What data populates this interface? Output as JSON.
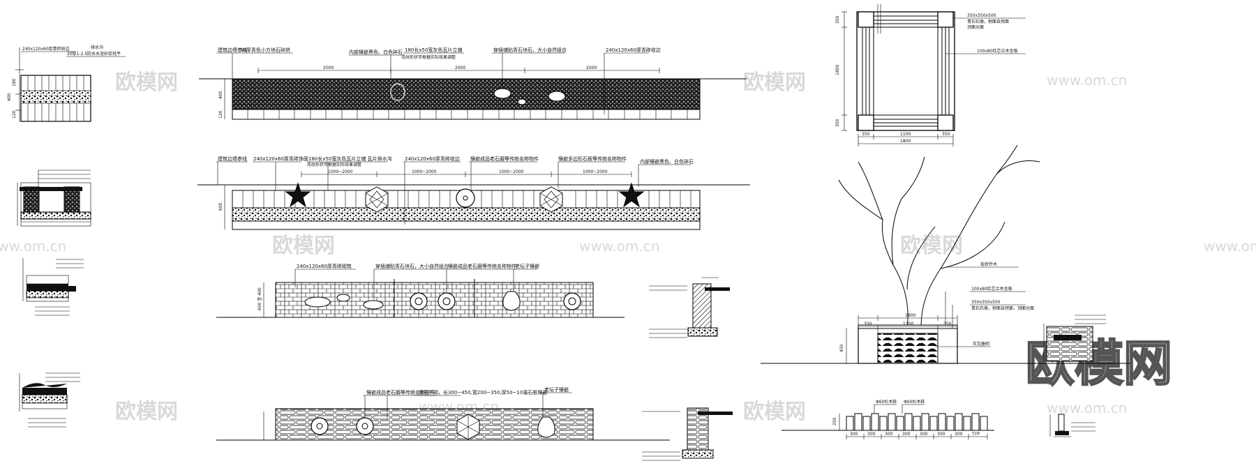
{
  "watermarks": {
    "text_cn": "欧模网",
    "text_url": "www.om.cn",
    "brand_logo": "欧模网"
  },
  "detail_a": {
    "label_top": "240x120x60厚青砖收边",
    "label_drain": "排水沟",
    "label_mortar": "20厚1:2.5防水水泥砂浆找平",
    "dim_total": "400",
    "dim_1": "180",
    "dim_2": "120"
  },
  "elevation_1": {
    "label_1": "建筑边墙参线",
    "label_2": "50厚青色小方块石碎拼",
    "label_3": "内部镶嵌黑色、白色碎石",
    "label_4": "180长x50宽灰色瓦片立铺",
    "label_4b": "花纹形状可根据实际效果调整",
    "label_5": "穿插铺贴青石块石，大小自然组合",
    "label_6": "240x120x60厚青砖收边",
    "dim": "2000",
    "dim_h1": "400",
    "dim_h2": "120"
  },
  "elevation_2": {
    "label_1": "建筑边墙参线",
    "label_2": "240x120x60厚青砖饰面",
    "label_3": "180长x50宽灰色瓦片立铺 瓦片排水沟",
    "label_3b": "花纹形状可根据实际效果调整",
    "label_4": "240x120x60厚青砖收边",
    "label_5": "镶嵌成品老石磨等传统名称物件",
    "label_6": "镶嵌多边形石板等传统名称物件",
    "label_7": "内部镶嵌黑色、白色碎石",
    "dim": "1000~2000",
    "dim_h": "600"
  },
  "elevation_3": {
    "label_1": "240x120x60厚青砖砌筑",
    "label_2": "穿插铺贴青石块石，大小自然组合",
    "label_3": "镶嵌成品老石磨等传统名称物件",
    "label_4": "老坛子镶嵌",
    "dim_h": "600 至 400"
  },
  "elevation_4": {
    "label_1": "镶嵌成品老石磨等传统名称物件",
    "label_2": "青石干砌，长300~450,宽200~350,厚50~1",
    "label_3": "0毫石板镶嵌",
    "label_4": "老坛子镶嵌"
  },
  "plan_square": {
    "label_1": "350x350x500",
    "label_2": "青石石墩，侧面自然面",
    "label_3": "顶面光面",
    "label_4": "100x80红芯兰木坐板",
    "dim_1": "350",
    "dim_2": "1100",
    "dim_3": "350",
    "dim_total": "1800"
  },
  "tree_section": {
    "label_1": "现状乔木",
    "label_2": "100x80红芯兰木坐板",
    "label_3": "350x350x500",
    "label_4": "青石石墩，侧面自然面，顶面光面",
    "label_5": "灰瓦叠砌",
    "dim_top": "1800",
    "dim_1": "350",
    "dim_2": "1100",
    "dim_3": "350",
    "dim_h": "450"
  },
  "fence": {
    "label_1": "Φ60杉木桩",
    "label_2": "Φ60杉木桩",
    "dims": [
      "300",
      "300",
      "300",
      "300",
      "300",
      "300",
      "300",
      "TYP"
    ],
    "dim_h": "250"
  }
}
